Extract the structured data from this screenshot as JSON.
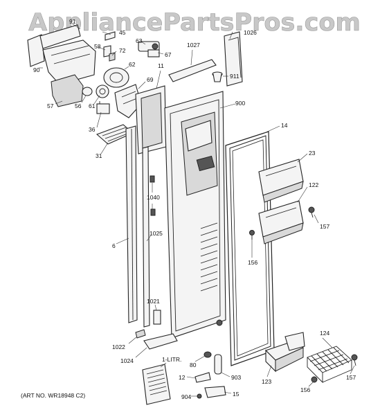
{
  "watermark": "AppliancePartsPros.com",
  "art_number": "(ART NO. WR18948 C2)",
  "manual_label": "1-LITR.",
  "callouts": {
    "p91": "91",
    "p45": "45",
    "p58": "58",
    "p72": "72",
    "p63": "63",
    "p67": "67",
    "p90": "90",
    "p62": "62",
    "p57": "57",
    "p56": "56",
    "p61": "61",
    "p69": "69",
    "p36": "36",
    "p31": "31",
    "p11": "11",
    "p1027": "1027",
    "p1026": "1026",
    "p911": "911",
    "p900": "900",
    "p14": "14",
    "p23": "23",
    "p122": "122",
    "p157a": "157",
    "p156a": "156",
    "p1040": "1040",
    "p1025": "1025",
    "p6": "6",
    "p1021": "1021",
    "p1022": "1022",
    "p1024": "1024",
    "p80": "80",
    "p12": "12",
    "p903": "903",
    "p904": "904",
    "p15": "15",
    "p123": "123",
    "p124": "124",
    "p157b": "157",
    "p156b": "156"
  }
}
